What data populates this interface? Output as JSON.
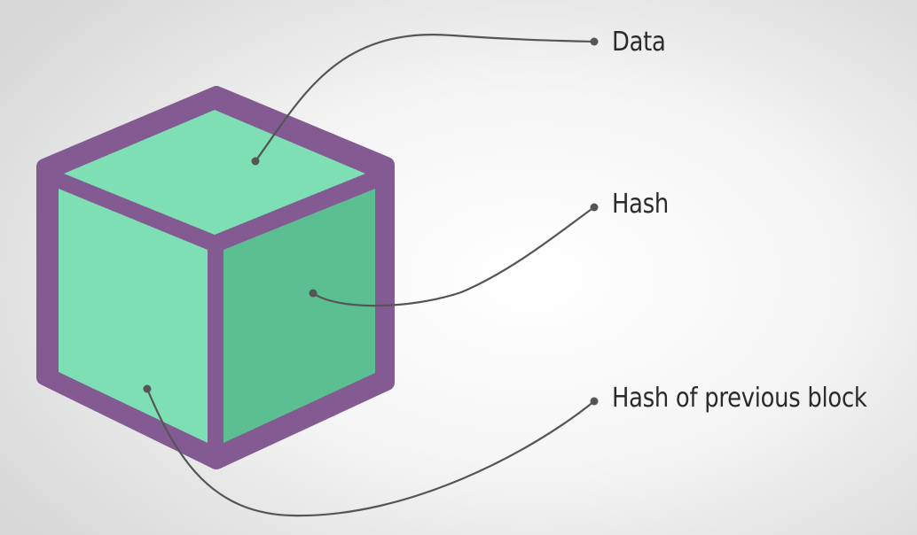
{
  "diagram": {
    "labels": {
      "data": "Data",
      "hash": "Hash",
      "previous_hash": "Hash of previous block"
    },
    "colors": {
      "cube_outline": "#835a92",
      "face_light": "#7fdfb4",
      "face_dark": "#5cbf92",
      "connector": "#555555",
      "text": "#2b2b2b"
    }
  }
}
